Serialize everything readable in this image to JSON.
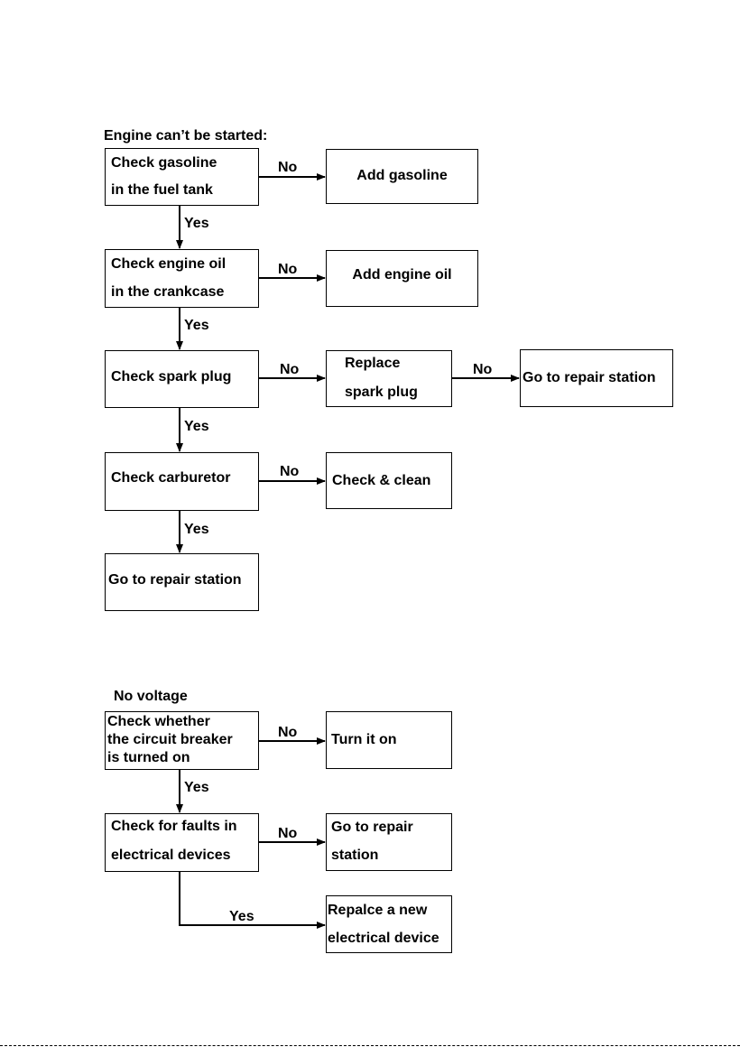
{
  "flow1": {
    "title": "Engine can’t be started:",
    "check_gasoline": [
      "Check gasoline",
      "in the fuel tank"
    ],
    "add_gasoline": "Add gasoline",
    "check_oil": [
      "Check engine oil",
      "in the crankcase"
    ],
    "add_oil": "Add engine oil",
    "check_spark": "Check spark plug",
    "replace_spark": [
      "Replace",
      "spark plug"
    ],
    "repair_station_1": "Go to repair station",
    "check_carb": "Check carburetor",
    "check_clean": "Check & clean",
    "repair_station_2": "Go to repair station",
    "labels": {
      "no1": "No",
      "yes1": "Yes",
      "no2": "No",
      "yes2": "Yes",
      "no3": "No",
      "no3b": "No",
      "yes3": "Yes",
      "no4": "No",
      "yes4": "Yes"
    }
  },
  "flow2": {
    "title": "No voltage",
    "check_breaker": [
      "Check whether",
      "the circuit breaker",
      "is turned on"
    ],
    "turn_on": "Turn it on",
    "check_faults": [
      "Check for faults in",
      "electrical devices"
    ],
    "repair_station": [
      "Go to repair",
      "station"
    ],
    "replace_device": [
      "Repalce a new",
      "electrical device"
    ],
    "labels": {
      "no1": "No",
      "yes1": "Yes",
      "no2": "No",
      "yes2": "Yes"
    }
  }
}
